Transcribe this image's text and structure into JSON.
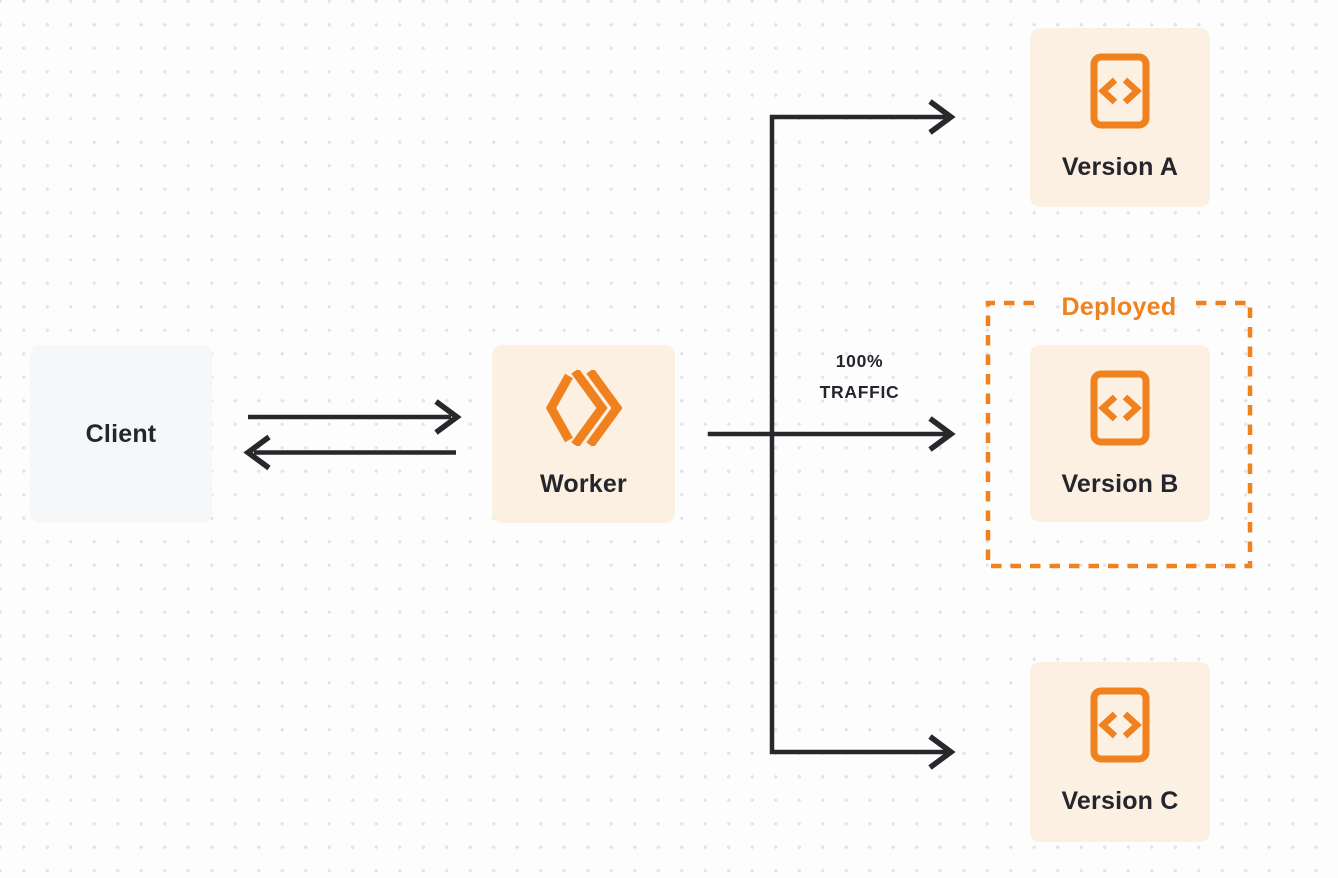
{
  "colors": {
    "accent_orange": "#F0811F",
    "box_cream": "#FBF0E2",
    "box_gray": "#F6F7F8",
    "text_dark": "#24262B",
    "arrow": "#26282B",
    "dot": "#E4E4E6",
    "background": "#FDFDFD"
  },
  "nodes": {
    "client": {
      "label": "Client"
    },
    "worker": {
      "label": "Worker"
    },
    "version_a": {
      "label": "Version A"
    },
    "version_b": {
      "label": "Version B"
    },
    "version_c": {
      "label": "Version C"
    }
  },
  "annotations": {
    "deployed": {
      "label": "Deployed"
    },
    "traffic": {
      "line1": "100%",
      "line2": "TRAFFIC"
    }
  }
}
